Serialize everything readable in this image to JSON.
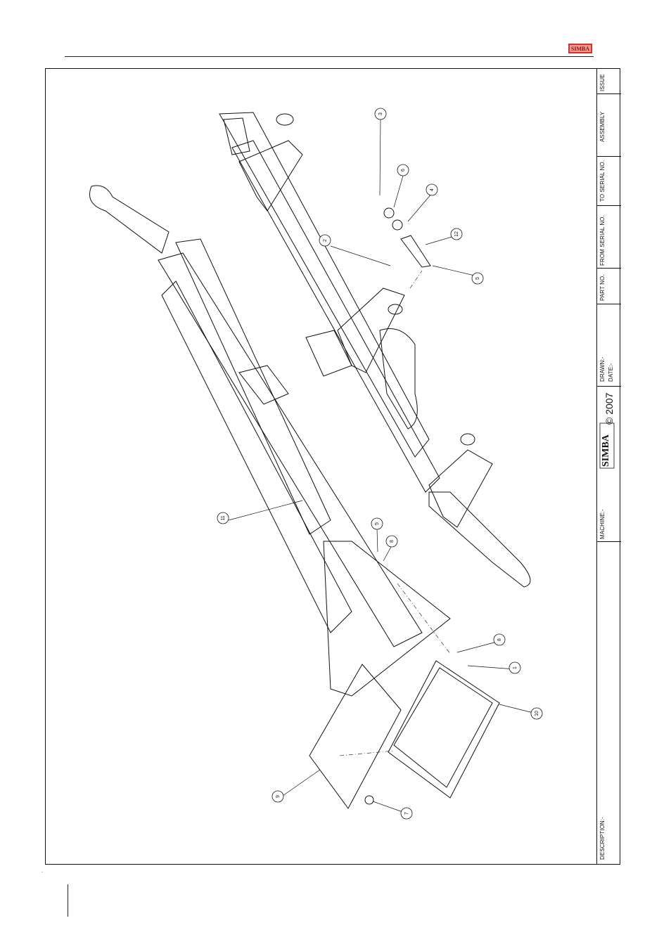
{
  "logo": {
    "text": "SIMBA",
    "color": "#d8322b"
  },
  "title_block": {
    "issue": "ISSUE",
    "assembly": "ASSEMBLY",
    "to_serial": "TO SERIAL NO.",
    "from_serial": "FROM SERIAL NO.",
    "part_no": "PART NO.",
    "drawn": "DRAWN:-",
    "date": "DATE:-",
    "brand": "SIMBA",
    "copyright": "© 2007",
    "machine": "MACHINE:-",
    "description": "DESCRIPTION:-"
  },
  "callouts": [
    "3",
    "6",
    "4",
    "12",
    "2",
    "5",
    "11",
    "5",
    "8",
    "8",
    "1",
    "10",
    "9",
    "7"
  ],
  "footer_mark": "."
}
